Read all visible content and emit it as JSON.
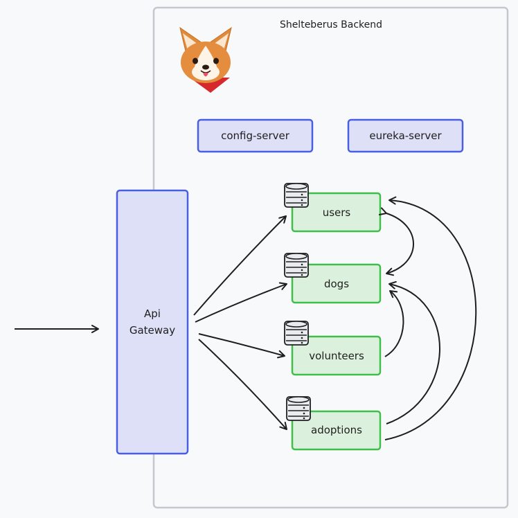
{
  "diagram": {
    "title": "Shelteberus Backend",
    "gateway_label_line1": "Api",
    "gateway_label_line2": "Gateway",
    "infra": {
      "config_server": "config-server",
      "eureka_server": "eureka-server"
    },
    "services": [
      {
        "label": "users"
      },
      {
        "label": "dogs"
      },
      {
        "label": "volunteers"
      },
      {
        "label": "adoptions"
      }
    ],
    "colors": {
      "infra_fill": "#dde0f7",
      "infra_stroke": "#4a5fe0",
      "service_fill": "#dcf1dd",
      "service_stroke": "#3fbf4a",
      "boundary_stroke": "#c3c8cf",
      "arrow": "#1e1e1e"
    },
    "icons": [
      "corgi-logo-icon",
      "database-icon"
    ]
  }
}
